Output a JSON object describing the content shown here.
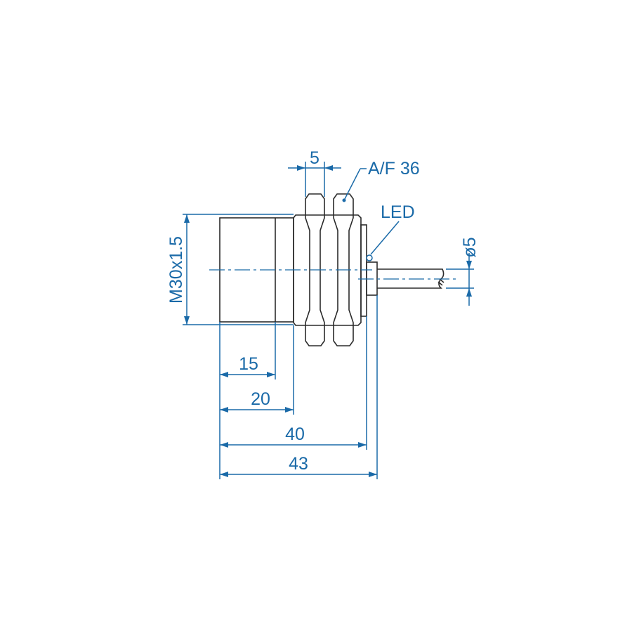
{
  "drawing": {
    "labels": {
      "nut_width": "5",
      "across_flats": "A/F 36",
      "led": "LED",
      "cable_diameter": "ø5",
      "thread": "M30x1.5",
      "dim_15": "15",
      "dim_20": "20",
      "dim_40": "40",
      "dim_43": "43"
    },
    "colors": {
      "dimension": "#1a6aa8",
      "outline": "#2b2b2b"
    }
  }
}
